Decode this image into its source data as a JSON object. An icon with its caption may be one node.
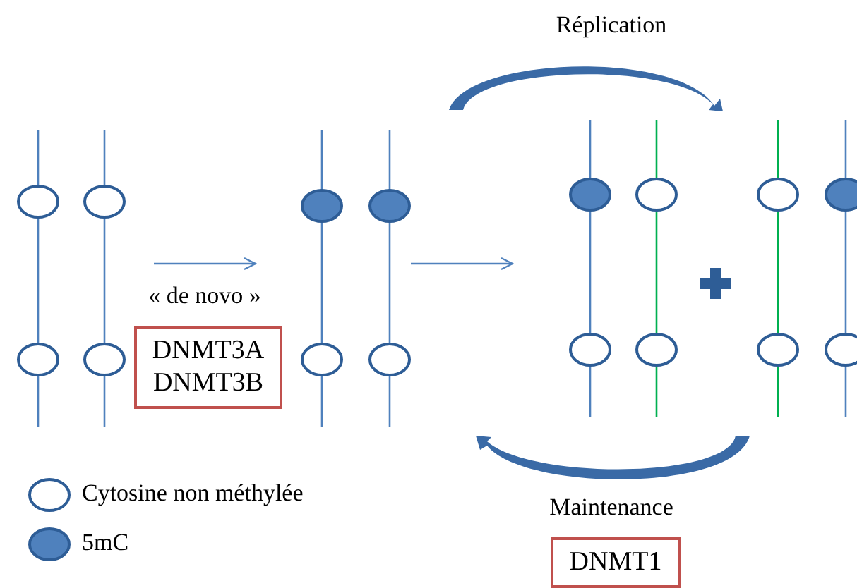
{
  "diagram": {
    "nodes": [
      {
        "text": [
          "DNMT3A DNMT3B"
        ]
      },
      {
        "text": [
          "DNMT1"
        ]
      }
    ],
    "labels": [
      "Réplication",
      "« de novo »",
      "Maintenance"
    ],
    "legend": [
      {
        "text": "Cytosine non méthylée",
        "color": "#ffffff"
      },
      {
        "text": "5mC",
        "color": "#4f81bd"
      }
    ]
  }
}
